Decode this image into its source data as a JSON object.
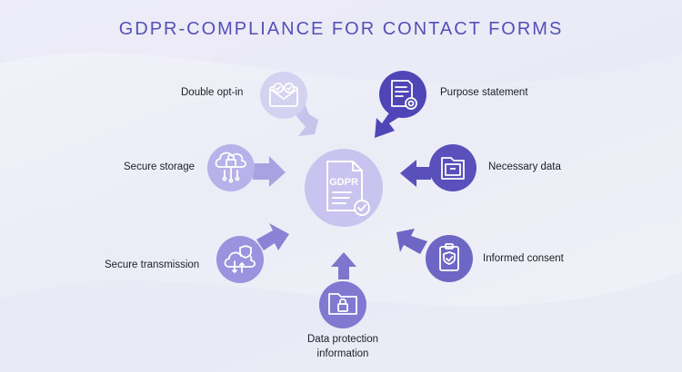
{
  "title": "GDPR-COMPLIANCE FOR CONTACT FORMS",
  "center": {
    "badge": "GDPR",
    "icon": "gdpr-document-check-icon",
    "color": "#c8c3ef"
  },
  "items": [
    {
      "label": "Double opt-in",
      "icon": "envelope-check-icon",
      "color": "#d4d1f1"
    },
    {
      "label": "Purpose statement",
      "icon": "document-target-icon",
      "color": "#4f45b6"
    },
    {
      "label": "Secure storage",
      "icon": "cloud-lock-icon",
      "color": "#b8b2ea"
    },
    {
      "label": "Necessary data",
      "icon": "folder-box-icon",
      "color": "#5a50bc"
    },
    {
      "label": "Secure transmission",
      "icon": "cloud-shield-icon",
      "color": "#9b93de"
    },
    {
      "label": "Informed consent",
      "icon": "clipboard-shield-icon",
      "color": "#6e66c4"
    },
    {
      "label": "Data protection information",
      "icon": "folder-lock-icon",
      "color": "#8178d0"
    }
  ]
}
